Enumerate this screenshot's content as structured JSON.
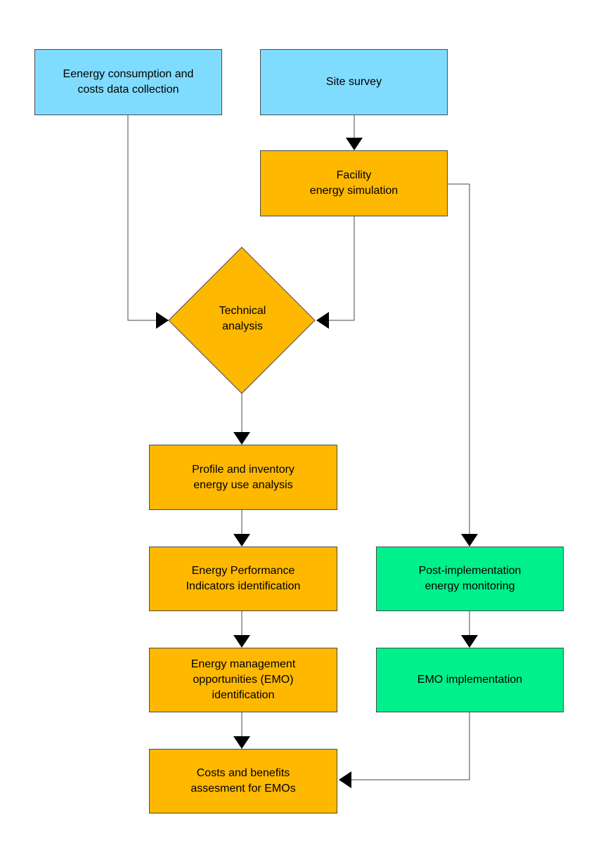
{
  "nodes": {
    "data_collection": "Eenergy consumption and\ncosts data collection",
    "site_survey": "Site survey",
    "simulation": "Facility\nenergy simulation",
    "technical_analysis": "Technical\nanalysis",
    "profile_analysis": "Profile and inventory\nenergy use analysis",
    "epi_identification": "Energy Performance\nIndicators identification",
    "emo_identification": "Energy management\nopportunities (EMO)\nidentification",
    "cost_benefit": "Costs and benefits\nassesment for EMOs",
    "monitoring": "Post-implementation\nenergy monitoring",
    "emo_implementation": "EMO implementation"
  },
  "colors": {
    "input": "#80dcff",
    "process": "#ffb800",
    "implementation": "#00f08c",
    "line": "#4a4a4a",
    "arrow": "#000000"
  }
}
